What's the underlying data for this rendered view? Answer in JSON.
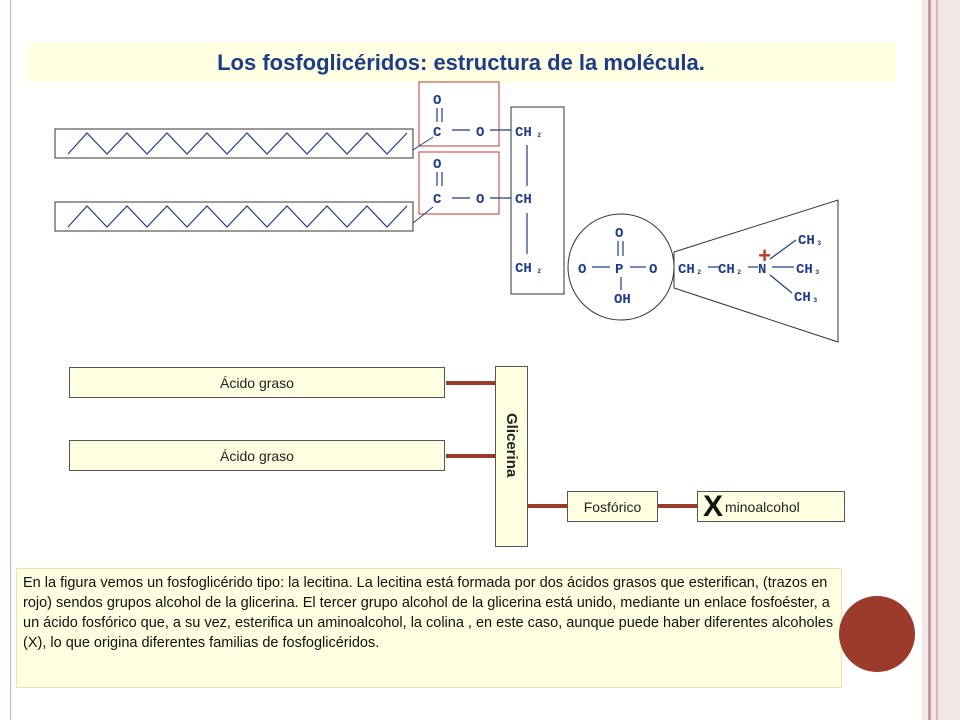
{
  "title": "Los fosfoglicéridos: estructura de la molécula",
  "title_suffix": ".",
  "molecule": {
    "o": "O",
    "c": "C",
    "ch2": "CH",
    "ch": "CH",
    "sub2": "₂",
    "p": "P",
    "oh": "OH",
    "n": "N",
    "ch3": "CH",
    "sub3": "₃",
    "plus": "+"
  },
  "schematic": {
    "fatty_acid_1": "Ácido graso",
    "fatty_acid_2": "Ácido graso",
    "glycerol": "Glicerina",
    "phosphoric": "Fosfórico",
    "x_mark": "X",
    "aminoalcohol": "minoalcohol"
  },
  "description": "En la figura vemos un fosfoglicérido tipo: la lecitina. La lecitina está formada por dos ácidos grasos que esterifican, (trazos en rojo) sendos grupos alcohol de la glicerina. El tercer grupo alcohol de la glicerina está unido, mediante un enlace fosfoéster, a un ácido fosfórico que, a su vez, esterifica un aminoalcohol, la colina , en este caso, aunque puede haber diferentes alcoholes (X), lo que origina diferentes familias de fosfoglicéridos.",
  "colors": {
    "accent": "#1f3c88",
    "ester_red": "#c03a2b",
    "bond_brown": "#9b3b2b",
    "cream": "#ffffe1",
    "plus_red": "#c0392b"
  }
}
